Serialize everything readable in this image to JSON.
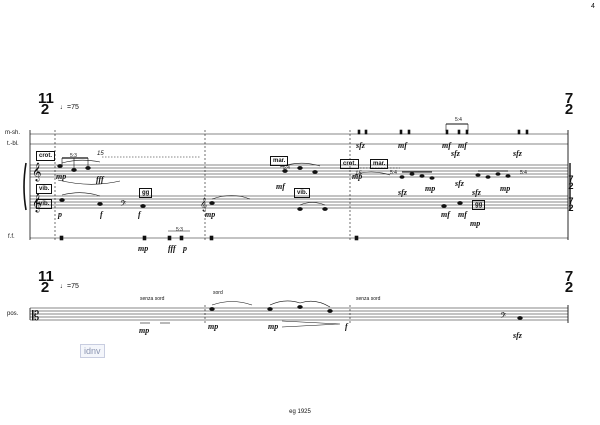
{
  "page_number": "4",
  "footer": "eg 1925",
  "watermark": "idnv",
  "system1": {
    "timesig_start": [
      "11",
      "2"
    ],
    "timesig_end": [
      "7",
      "2"
    ],
    "timesig_end_small": [
      "7",
      "2"
    ],
    "tempo": "=75",
    "instruments": [
      "m-sh.",
      "t.-bl.",
      "f.f."
    ],
    "boxes": [
      "crot.",
      "vib.",
      "vib.",
      "gg",
      "mar.",
      "vib.",
      "crot.",
      "mar.",
      "gg"
    ],
    "tuplets": [
      "5:3",
      "5:4",
      "5:4",
      "5:4",
      "5:4",
      "5:3"
    ],
    "octave": "15",
    "dynamics": {
      "perc_top": [
        "sfz",
        "mf",
        "mf",
        "mf",
        "sfz",
        "sfz"
      ],
      "mallet1": [
        "mp",
        "fff",
        "mf",
        "mp",
        "sfz",
        "mp",
        "sfz",
        "mp",
        "sfz"
      ],
      "mallet2": [
        "p",
        "f",
        "f",
        "mp",
        "mf",
        "mf",
        "mp"
      ],
      "ff": [
        "mp",
        "fff",
        "p"
      ]
    }
  },
  "system2": {
    "timesig_start": [
      "11",
      "2"
    ],
    "timesig_end": [
      "7",
      "2"
    ],
    "tempo": "=75",
    "instrument": "pos.",
    "texts": [
      "senza sord",
      "sord",
      "senza sord"
    ],
    "dynamics": [
      "mp",
      "mp",
      "mp",
      "f",
      "sfz"
    ]
  },
  "colors": {
    "ink": "#111111",
    "watermark": "#8a94b0"
  }
}
